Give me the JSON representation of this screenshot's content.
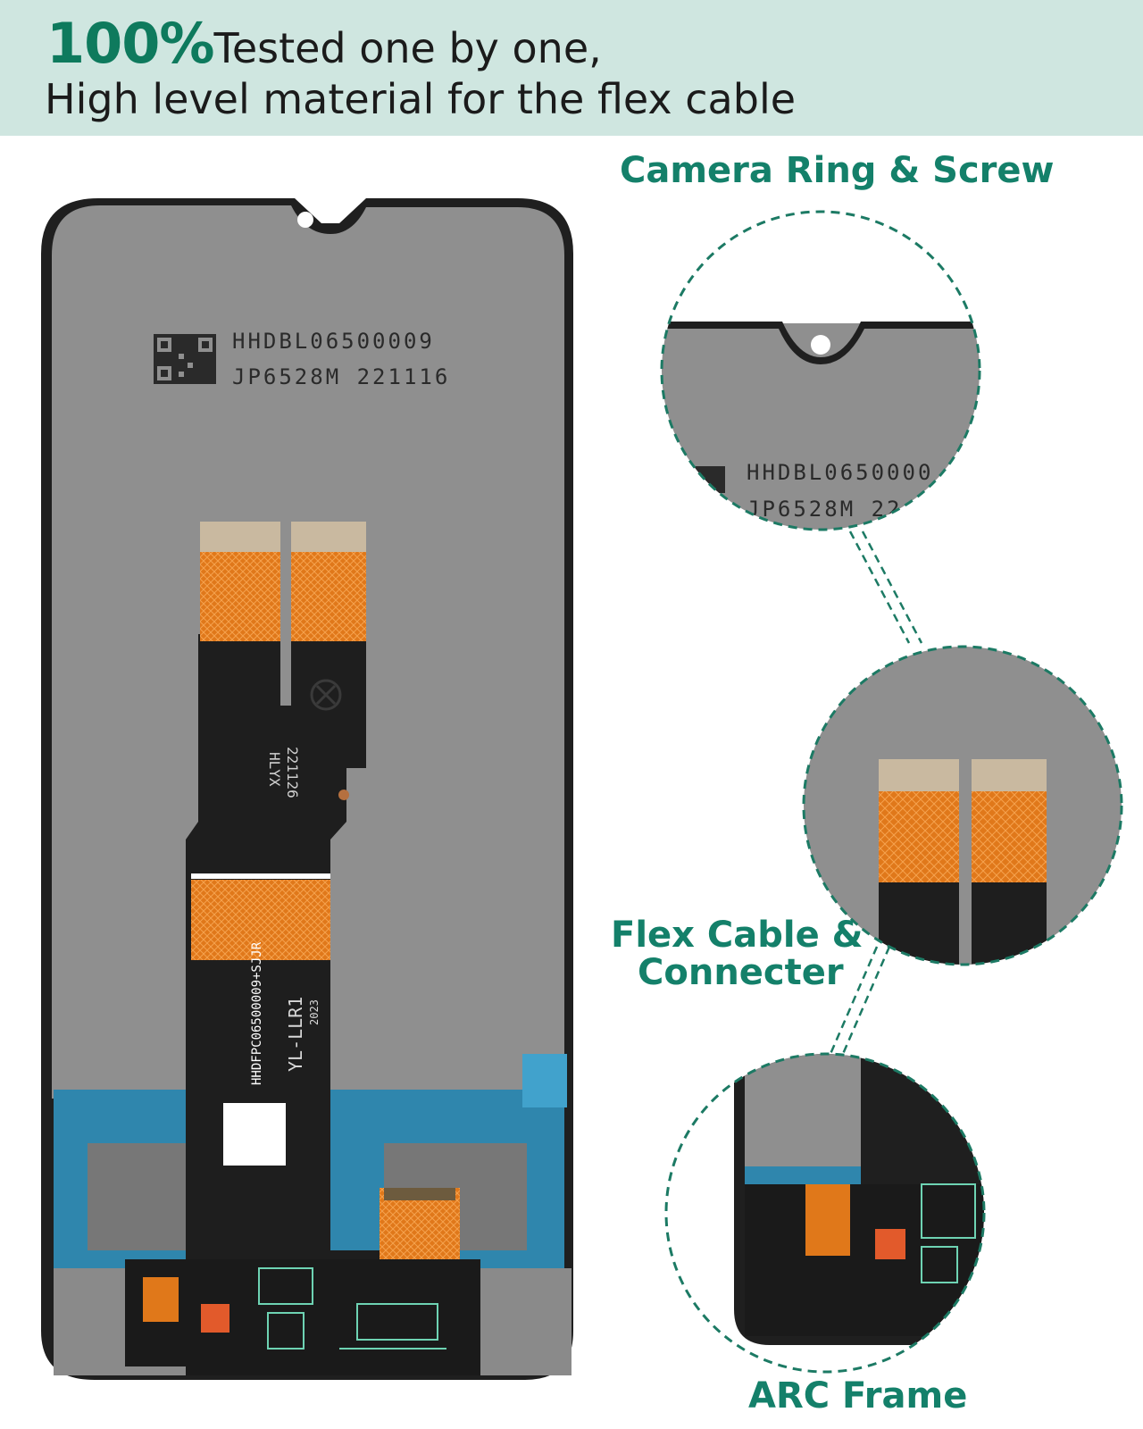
{
  "header": {
    "headline_emphasis": "100%",
    "headline_rest": "Tested one by one,",
    "subheadline": "High level material for the flex cable"
  },
  "callouts": {
    "camera": "Camera Ring & Screw",
    "flex_line1": "Flex Cable &",
    "flex_line2": "Connecter",
    "frame": "ARC Frame"
  },
  "panel_text": {
    "serial_line1": "HHDBL06500009",
    "serial_line2": "JP6528M  221116",
    "cable_code": "HHDFPC06500009+SJJR",
    "cable_model": "YL-LLR1",
    "cable_year": "2023",
    "date_code": "221126",
    "date_sub": "HLYX",
    "zoom_serial_line1": "HHDBL0650000",
    "zoom_serial_line2": "JP6528M  22"
  },
  "colors": {
    "banner_bg": "#cfe6e0",
    "accent_green": "#14806a",
    "panel_gray": "#8f8f8f",
    "flex_orange": "#e07a1c",
    "frame_blue": "#2f86ad"
  },
  "icons": [
    "qr-code-icon",
    "eco-logo-icon"
  ]
}
